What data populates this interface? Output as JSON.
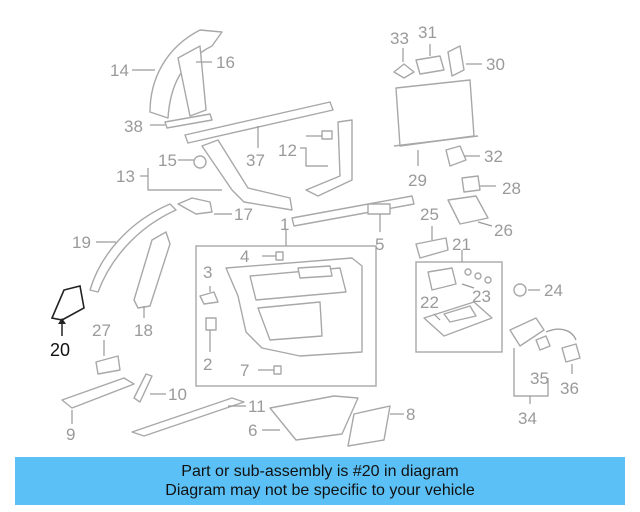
{
  "diagram": {
    "highlighted_part": "20",
    "part_numbers": [
      "1",
      "2",
      "3",
      "4",
      "5",
      "6",
      "7",
      "8",
      "9",
      "10",
      "11",
      "12",
      "13",
      "14",
      "15",
      "16",
      "17",
      "18",
      "19",
      "20",
      "21",
      "22",
      "23",
      "24",
      "25",
      "26",
      "27",
      "28",
      "29",
      "30",
      "31",
      "32",
      "33",
      "34",
      "35",
      "36",
      "37",
      "38"
    ]
  },
  "banner": {
    "line1": "Part or sub-assembly is #20 in diagram",
    "line2": "Diagram may not be specific to your vehicle"
  },
  "colors": {
    "banner_bg": "#5bc0f5",
    "line_gray": "#9a9a9a",
    "highlight": "#111111"
  }
}
